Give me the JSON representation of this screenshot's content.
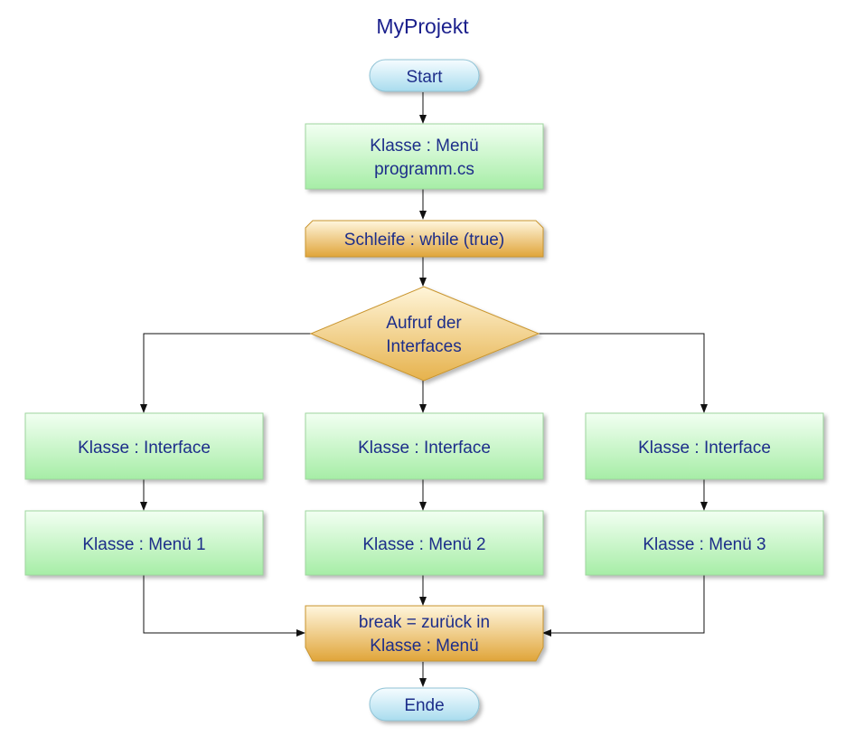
{
  "title": "MyProjekt",
  "nodes": {
    "start": {
      "lines": [
        "Start"
      ]
    },
    "menu_class": {
      "lines": [
        "Klasse : Menü",
        "programm.cs"
      ]
    },
    "loop": {
      "lines": [
        "Schleife : while (true)"
      ]
    },
    "decision": {
      "lines": [
        "Aufruf der",
        "Interfaces"
      ]
    },
    "interface1": {
      "lines": [
        "Klasse : Interface"
      ]
    },
    "interface2": {
      "lines": [
        "Klasse : Interface"
      ]
    },
    "interface3": {
      "lines": [
        "Klasse : Interface"
      ]
    },
    "menu1": {
      "lines": [
        "Klasse : Menü 1"
      ]
    },
    "menu2": {
      "lines": [
        "Klasse : Menü 2"
      ]
    },
    "menu3": {
      "lines": [
        "Klasse : Menü 3"
      ]
    },
    "loop_end": {
      "lines": [
        "break = zurück in",
        "Klasse : Menü"
      ]
    },
    "end": {
      "lines": [
        "Ende"
      ]
    }
  },
  "colors": {
    "text": "#1f2d8a",
    "line": "#111111",
    "process_fill_top": "#f0fff0",
    "process_fill_bottom": "#a9efa9",
    "process_stroke": "#9ed69e",
    "loop_fill_top": "#fff4d6",
    "loop_fill_bottom": "#e3a93c",
    "loop_stroke": "#c9952f",
    "terminal_fill_top": "#f4fbff",
    "terminal_fill_bottom": "#aee0f0",
    "terminal_stroke": "#8fc3d6"
  }
}
